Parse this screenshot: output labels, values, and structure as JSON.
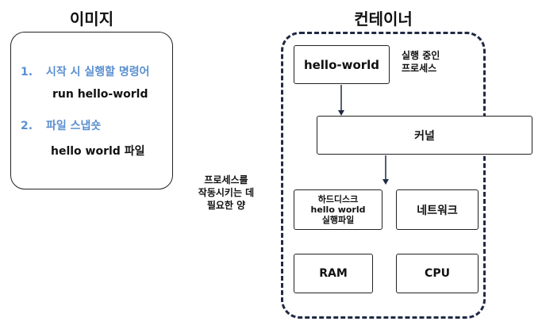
{
  "image": {
    "title": "이미지",
    "items": [
      {
        "number": "1.",
        "label": "시작 시 실행할 명령어",
        "detail": "run hello-world"
      },
      {
        "number": "2.",
        "label": "파일 스냅숏",
        "detail": "hello world 파일"
      }
    ]
  },
  "resource_note": "프로세스를\n작동시키는 데\n필요한 양",
  "container": {
    "title": "컨테이너",
    "process_box": "hello-world",
    "process_note": "실행 중인\n프로세스",
    "kernel": "커널",
    "hardware": [
      {
        "id": "hdd",
        "label": "하드디스크\nhello world\n실행파일"
      },
      {
        "id": "network",
        "label": "네트워크"
      },
      {
        "id": "ram",
        "label": "RAM"
      },
      {
        "id": "cpu",
        "label": "CPU"
      }
    ]
  },
  "colors": {
    "accent": "#5b8fd0",
    "frame": "#1f2a44",
    "arrow": "#1f2a44"
  }
}
